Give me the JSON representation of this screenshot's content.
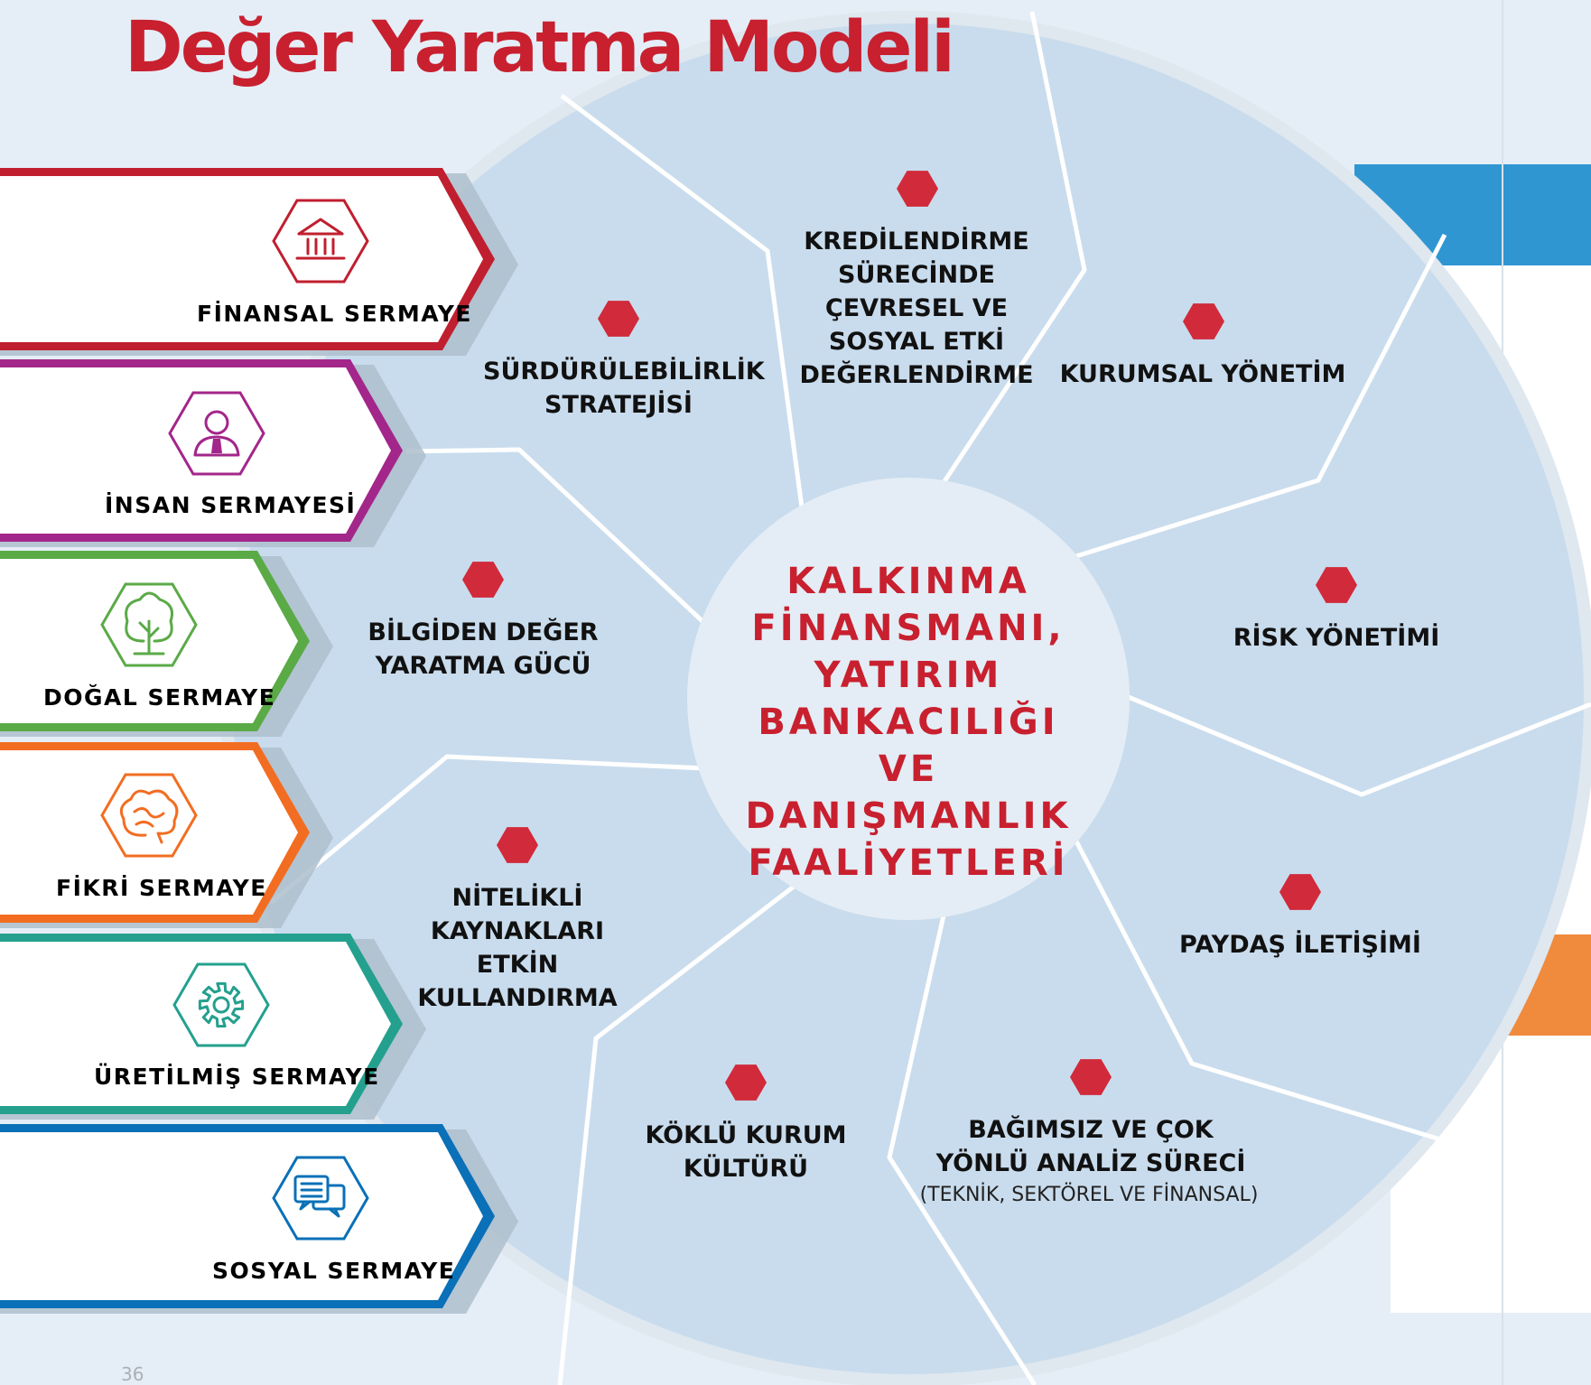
{
  "title": "Değer Yaratma Modeli",
  "page_number": "36",
  "colors": {
    "title_red": "#c8202f",
    "circle_fill": "#c9dced",
    "center_fill": "#e4edf5",
    "hex_red": "#d12a3a"
  },
  "capitals": [
    {
      "label": "FİNANSAL SERMAYE",
      "color": "#c01f2f",
      "icon": "bank-icon"
    },
    {
      "label": "İNSAN SERMAYESİ",
      "color": "#a3268a",
      "icon": "person-icon"
    },
    {
      "label": "DOĞAL SERMAYE",
      "color": "#5aaa46",
      "icon": "tree-icon"
    },
    {
      "label": "FİKRİ SERMAYE",
      "color": "#f26d21",
      "icon": "brain-icon"
    },
    {
      "label": "ÜRETİLMİŞ SERMAYE",
      "color": "#24a08e",
      "icon": "gear-icon"
    },
    {
      "label": "SOSYAL SERMAYE",
      "color": "#0a70b7",
      "icon": "chat-icon"
    }
  ],
  "center": "KALKINMA FİNANSMANI, YATIRIM BANKACILIĞI VE DANIŞMANLIK FAALİYETLERİ",
  "segments": [
    {
      "label": "KREDİLENDİRME SÜRECİNDE ÇEVRESEL VE SOSYAL ETKİ DEĞERLENDİRME"
    },
    {
      "label": "KURUMSAL YÖNETİM"
    },
    {
      "label": "RİSK YÖNETİMİ"
    },
    {
      "label": "PAYDAŞ İLETİŞİMİ"
    },
    {
      "label": "BAĞIMSIZ VE ÇOK YÖNLÜ ANALİZ SÜRECİ",
      "sub": "(TEKNİK, SEKTÖREL VE FİNANSAL)"
    },
    {
      "label": "KÖKLÜ KURUM KÜLTÜRÜ"
    },
    {
      "label": "NİTELİKLİ KAYNAKLARI ETKİN KULLANDIRMA"
    },
    {
      "label": "BİLGİDEN DEĞER YARATMA GÜCÜ"
    },
    {
      "label": "SÜRDÜRÜLEBİLİRLİK STRATEJİSİ"
    }
  ]
}
